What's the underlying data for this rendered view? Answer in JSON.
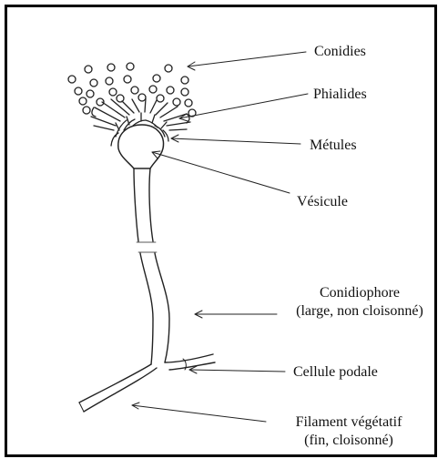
{
  "labels": {
    "conidies": "Conidies",
    "phialides": "Phialides",
    "metules": "Métules",
    "vesicule": "Vésicule",
    "conidiophore_line1": "Conidiophore",
    "conidiophore_line2": "(large, non cloisonné)",
    "cellule_podale": "Cellule podale",
    "filament_line1": "Filament végétatif",
    "filament_line2": "(fin, cloisonné)"
  },
  "colors": {
    "ink": "#222222",
    "frame": "#000000",
    "background": "#ffffff"
  }
}
